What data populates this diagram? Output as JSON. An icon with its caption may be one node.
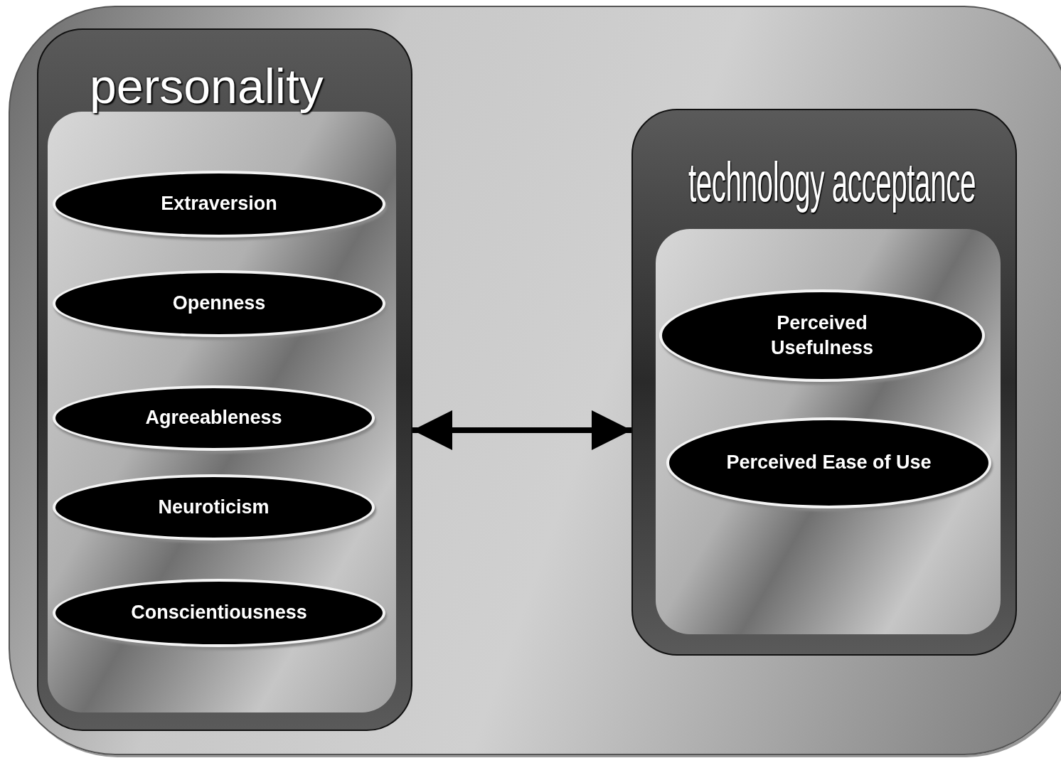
{
  "diagram": {
    "nodes": [
      {
        "text": [
          "personality"
        ]
      },
      {
        "text": [
          "Extraversion"
        ],
        "in": 0
      },
      {
        "text": [
          "Openness"
        ],
        "in": 0
      },
      {
        "text": [
          "Agreeableness"
        ],
        "in": 0
      },
      {
        "text": [
          "Neuroticism"
        ],
        "in": 0
      },
      {
        "text": [
          "Conscientiousness"
        ],
        "in": 0
      },
      {
        "text": [
          "technology acceptance"
        ]
      },
      {
        "text": [
          "Perceived Usefulness"
        ],
        "in": 6
      },
      {
        "text": [
          "Perceived Ease of Use"
        ],
        "in": 6
      }
    ],
    "edges": [
      {
        "from": 0,
        "to": 6,
        "arrow": "both"
      }
    ]
  }
}
